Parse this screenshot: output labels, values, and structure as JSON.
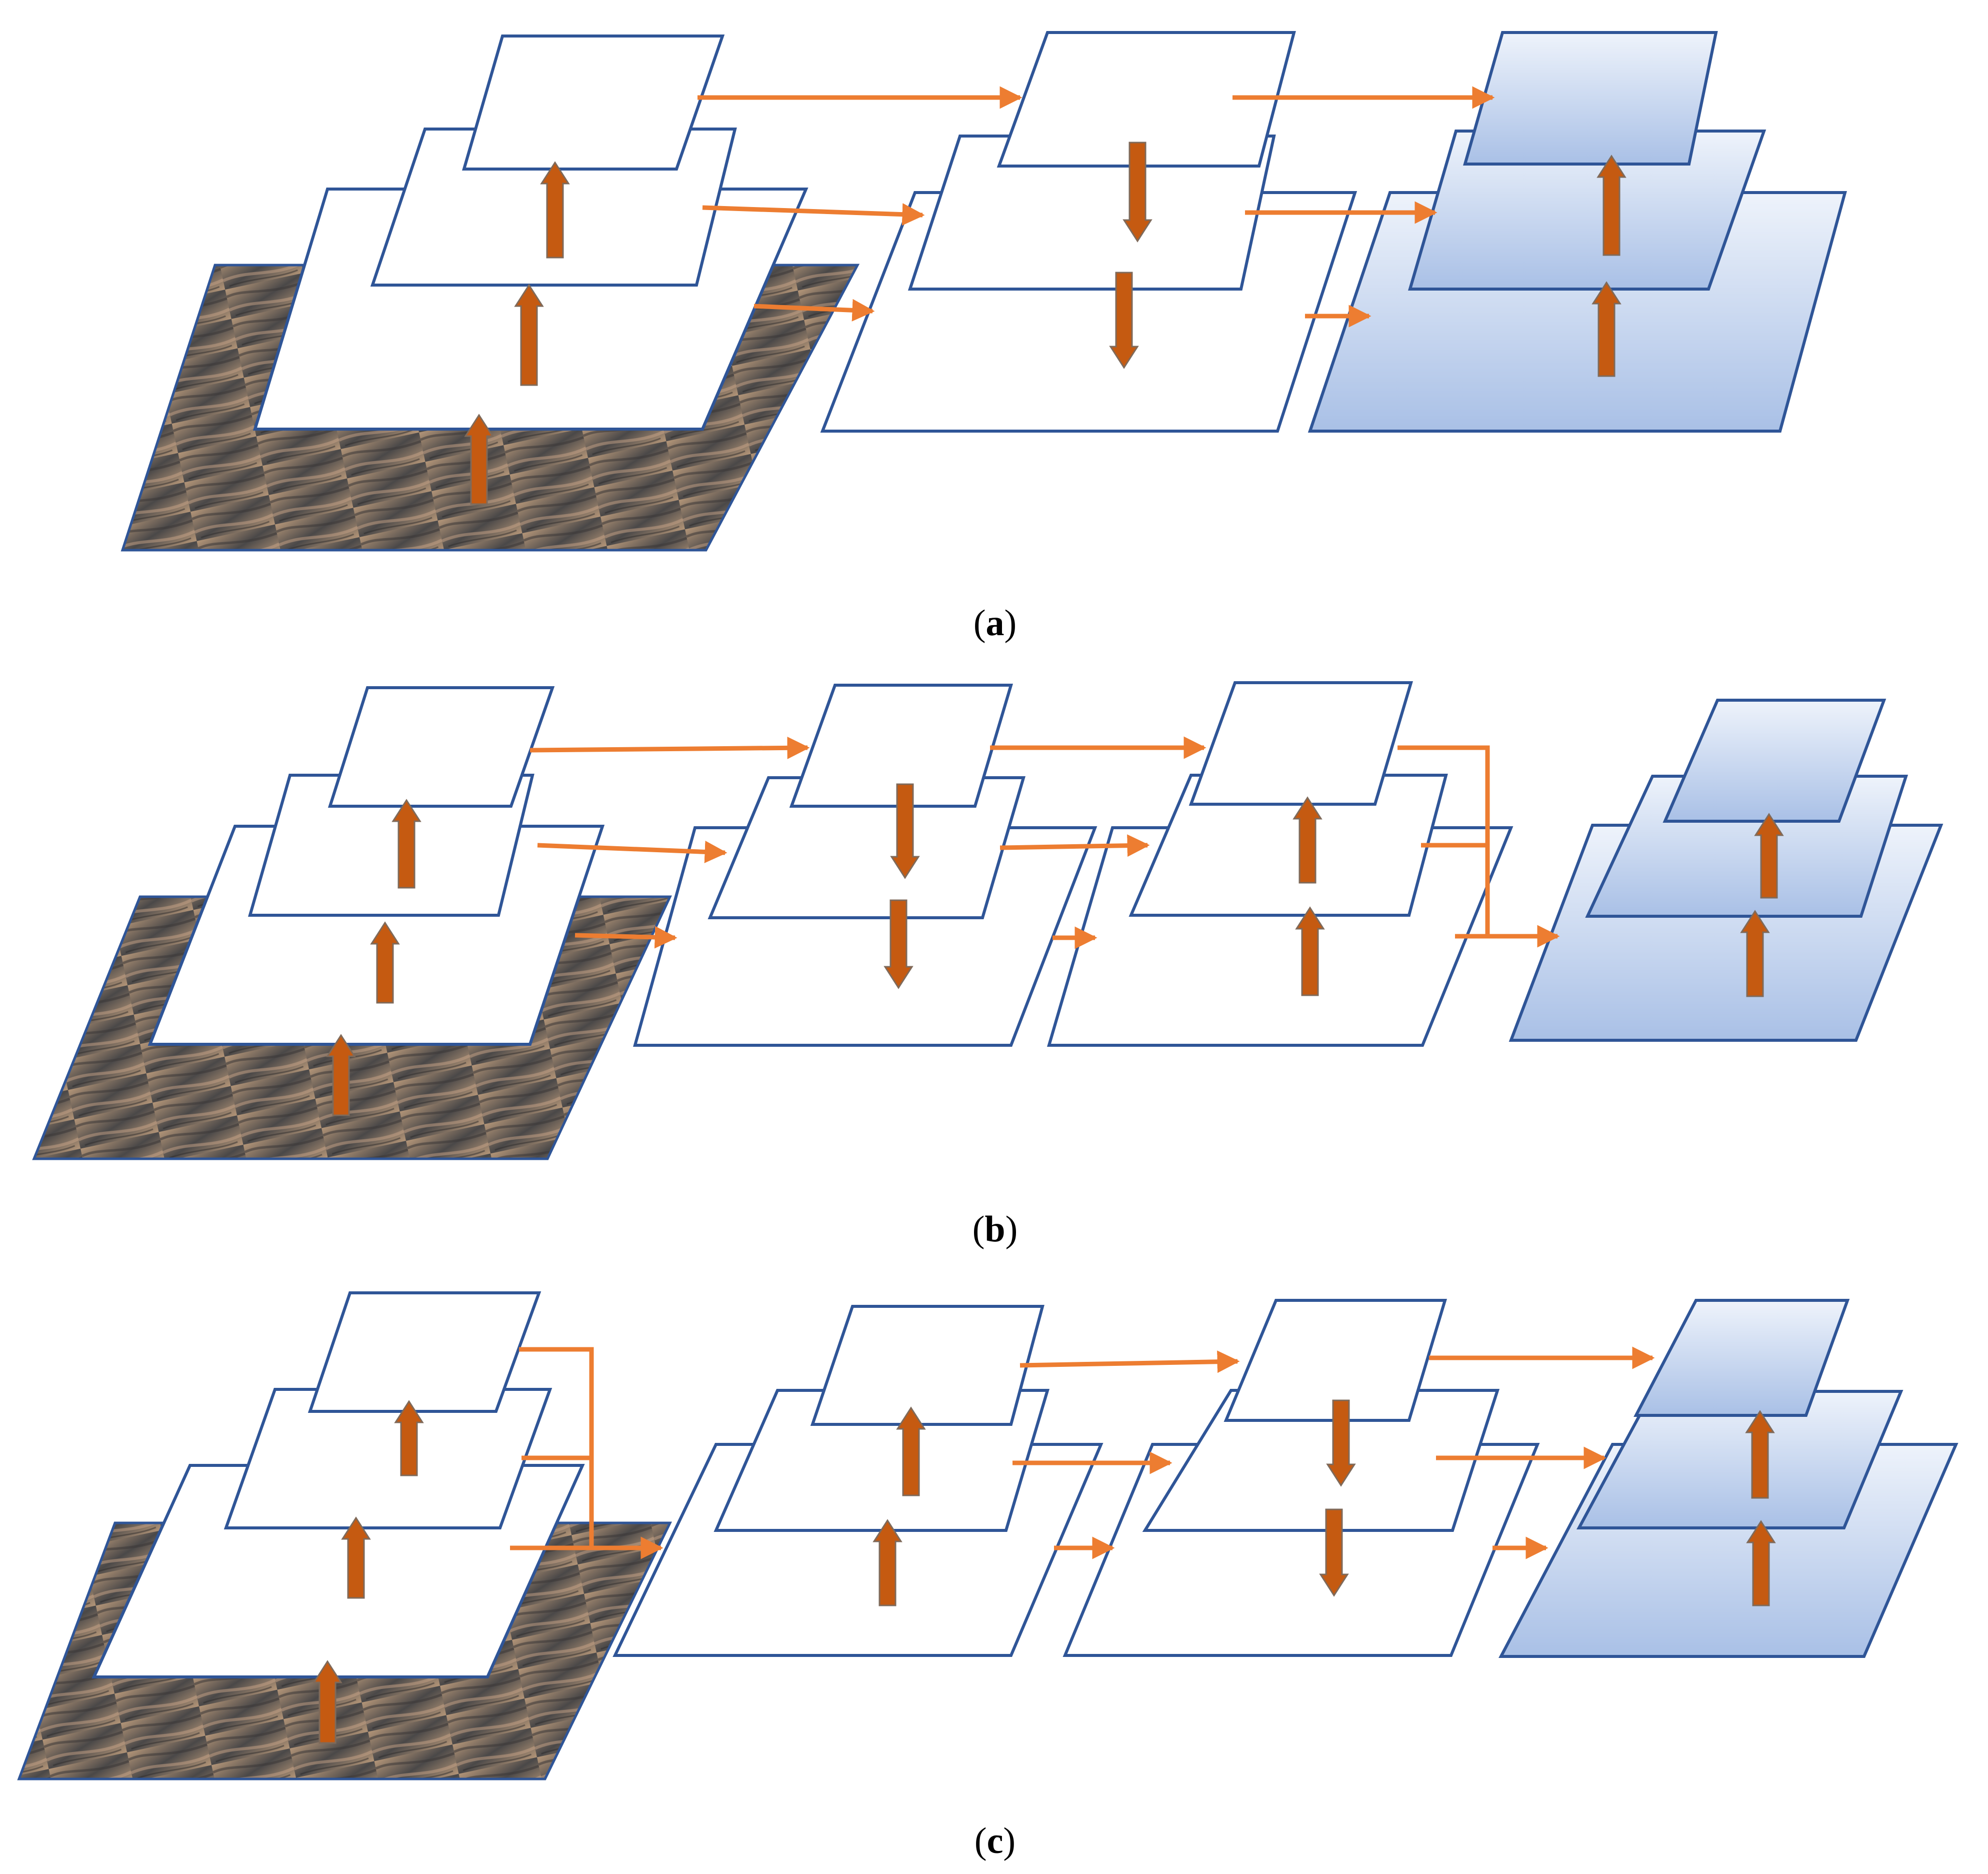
{
  "colors": {
    "plane_stroke": "#2F5597",
    "plane_fill": "#FFFFFF",
    "pyramid_fill_light": "#EEF3FB",
    "pyramid_fill_dark": "#A9C0E6",
    "connection_arrow": "#ED7D31",
    "flow_arrow": "#C55A11",
    "flow_arrow_stroke": "#7F6A5A",
    "terrain_light": "#B39578",
    "terrain_dark": "#4A4848"
  },
  "icons": {
    "input_image": "satellite-terrain-image",
    "connection": "orange-line-arrow",
    "bottom_up": "up-block-arrow",
    "top_down": "down-block-arrow"
  },
  "panels": [
    {
      "id": "a",
      "label_open": "(",
      "label_letter": "a",
      "label_close": ")"
    },
    {
      "id": "b",
      "label_open": "(",
      "label_letter": "b",
      "label_close": ")"
    },
    {
      "id": "c",
      "label_open": "(",
      "label_letter": "c",
      "label_close": ")"
    }
  ]
}
